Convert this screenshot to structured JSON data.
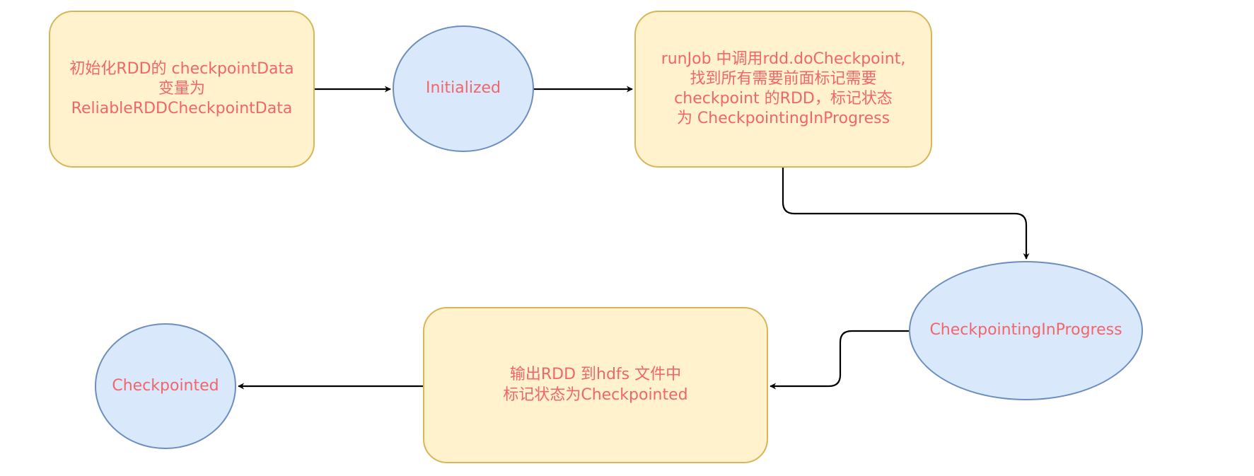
{
  "colors": {
    "process_fill": "#fff2cc",
    "process_stroke": "#d6b656",
    "state_fill": "#dae8fc",
    "state_stroke": "#6c8ebf",
    "text": "#f0666a",
    "edge": "#000000"
  },
  "nodes": {
    "init_rdd": {
      "kind": "process",
      "label": "初始化RDD的 checkpointData\n变量为\nReliableRDDCheckpointData"
    },
    "initialized": {
      "kind": "state",
      "label": "Initialized"
    },
    "run_job": {
      "kind": "process",
      "label": "runJob 中调用rdd.doCheckpoint,\n找到所有需要前面标记需要\ncheckpoint 的RDD，标记状态\n为 CheckpointingInProgress"
    },
    "checkpointing_in_progress": {
      "kind": "state",
      "label": "CheckpointingInProgress"
    },
    "output_rdd": {
      "kind": "process",
      "label": "输出RDD 到hdfs 文件中\n标记状态为Checkpointed"
    },
    "checkpointed": {
      "kind": "state",
      "label": "Checkpointed"
    }
  },
  "edges": [
    {
      "from": "init_rdd",
      "to": "initialized"
    },
    {
      "from": "initialized",
      "to": "run_job"
    },
    {
      "from": "run_job",
      "to": "checkpointing_in_progress"
    },
    {
      "from": "checkpointing_in_progress",
      "to": "output_rdd"
    },
    {
      "from": "output_rdd",
      "to": "checkpointed"
    }
  ]
}
